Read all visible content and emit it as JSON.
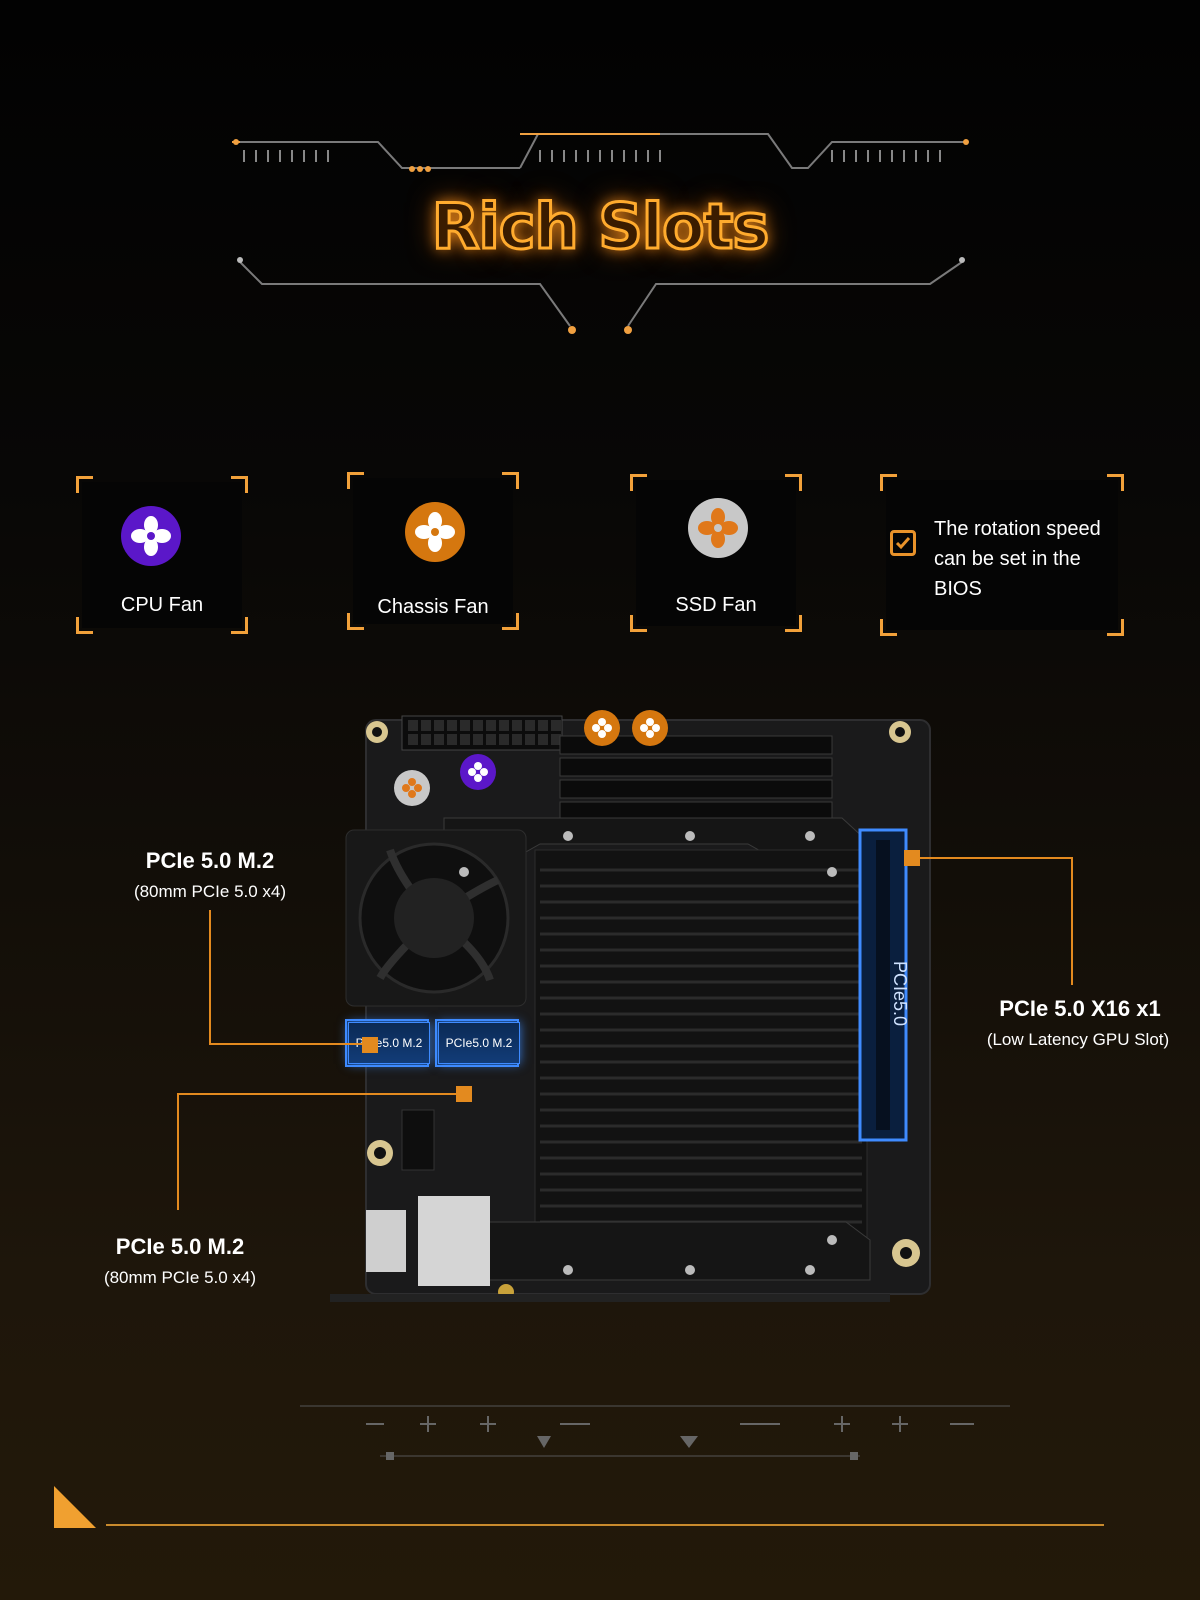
{
  "header": {
    "title": "Rich Slots"
  },
  "fans": [
    {
      "label": "CPU Fan",
      "icon": "cpu-fan-icon",
      "color": "#5b17c9"
    },
    {
      "label": "Chassis Fan",
      "icon": "chassis-fan-icon",
      "color": "#d5770f"
    },
    {
      "label": "SSD Fan",
      "icon": "ssd-fan-icon",
      "color": "#c8c8c8"
    }
  ],
  "bios_note": {
    "line1": "The rotation speed",
    "line2": "can be set in the",
    "line3": "BIOS"
  },
  "callouts": {
    "m2_top": {
      "title": "PCIe 5.0 M.2",
      "sub": "(80mm PCIe 5.0 x4)"
    },
    "m2_bottom": {
      "title": "PCIe 5.0 M.2",
      "sub": "(80mm PCIe 5.0 x4)"
    },
    "x16": {
      "title": "PCIe 5.0 X16 x1",
      "sub": "(Low Latency GPU Slot)"
    }
  },
  "board_labels": {
    "m2_left": "PCIe5.0 M.2",
    "m2_right": "PCIe5.0 M.2",
    "pcie_slot": "PCIe5.0"
  },
  "colors": {
    "accent": "#f2a13a",
    "marker": "#e38a1f",
    "glow_blue": "#3f8bff"
  }
}
